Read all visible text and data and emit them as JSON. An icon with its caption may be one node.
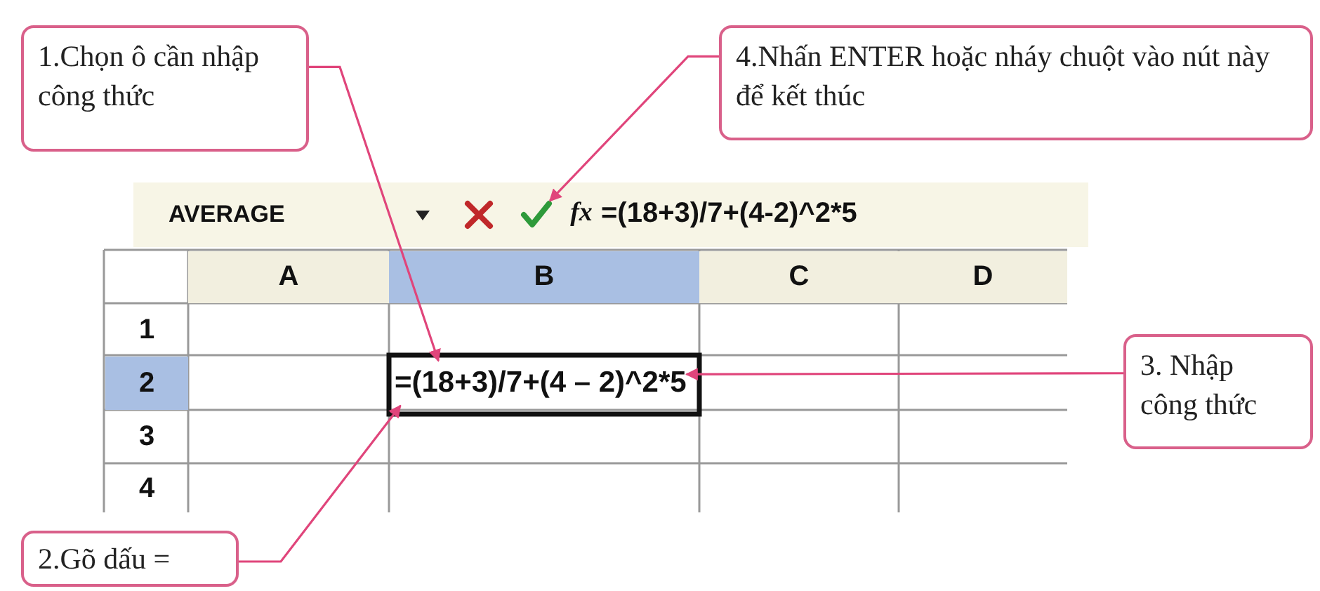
{
  "diagram": {
    "nodes": [
      {
        "text": [
          "1.Chọn ô cần nhập công thức"
        ]
      },
      {
        "text": [
          "4.Nhấn ENTER hoặc nháy chuột vào nút này để kết thúc"
        ]
      },
      {
        "text": [],
        "shape": "picture"
      },
      {
        "text": [
          "=(18+3)/7+(4 – 2)^2*5"
        ]
      },
      {
        "text": [
          "3. Nhập công thức"
        ]
      },
      {
        "text": [
          "2.Gõ dấu ="
        ]
      }
    ],
    "edges": [
      {
        "from": 0,
        "to": 3,
        "arrow": "to"
      },
      {
        "from": 1,
        "to": 2,
        "arrow": "to"
      },
      {
        "from": 4,
        "to": 3,
        "arrow": "to"
      },
      {
        "from": 5,
        "to": 3,
        "arrow": "to"
      }
    ],
    "labels": [
      "AVERAGE",
      "fx",
      "=(18+3)/7+(4-2)^2*5",
      "A",
      "B",
      "C",
      "D",
      "1",
      "2",
      "3",
      "4"
    ]
  }
}
